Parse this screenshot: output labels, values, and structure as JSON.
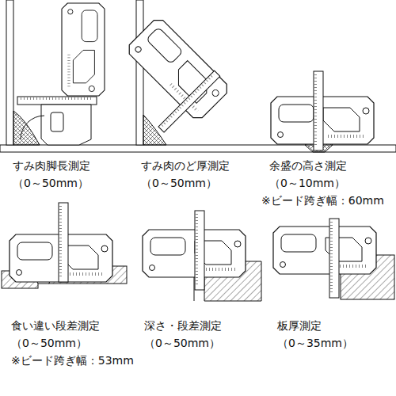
{
  "diagram": {
    "labels": [
      "すみ肉脚長測定",
      "（0～50mm）",
      "すみ肉のど厚測定",
      "（0～50mm）",
      "余盛の高さ測定",
      "（0～10mm）",
      "※ビード跨ぎ幅：60mm",
      "食い違い段差測定",
      "（0～50mm）",
      "※ビード跨ぎ幅：53mm",
      "深さ・段差測定",
      "（0～50mm）",
      "板厚測定",
      "（0～35mm）"
    ]
  }
}
